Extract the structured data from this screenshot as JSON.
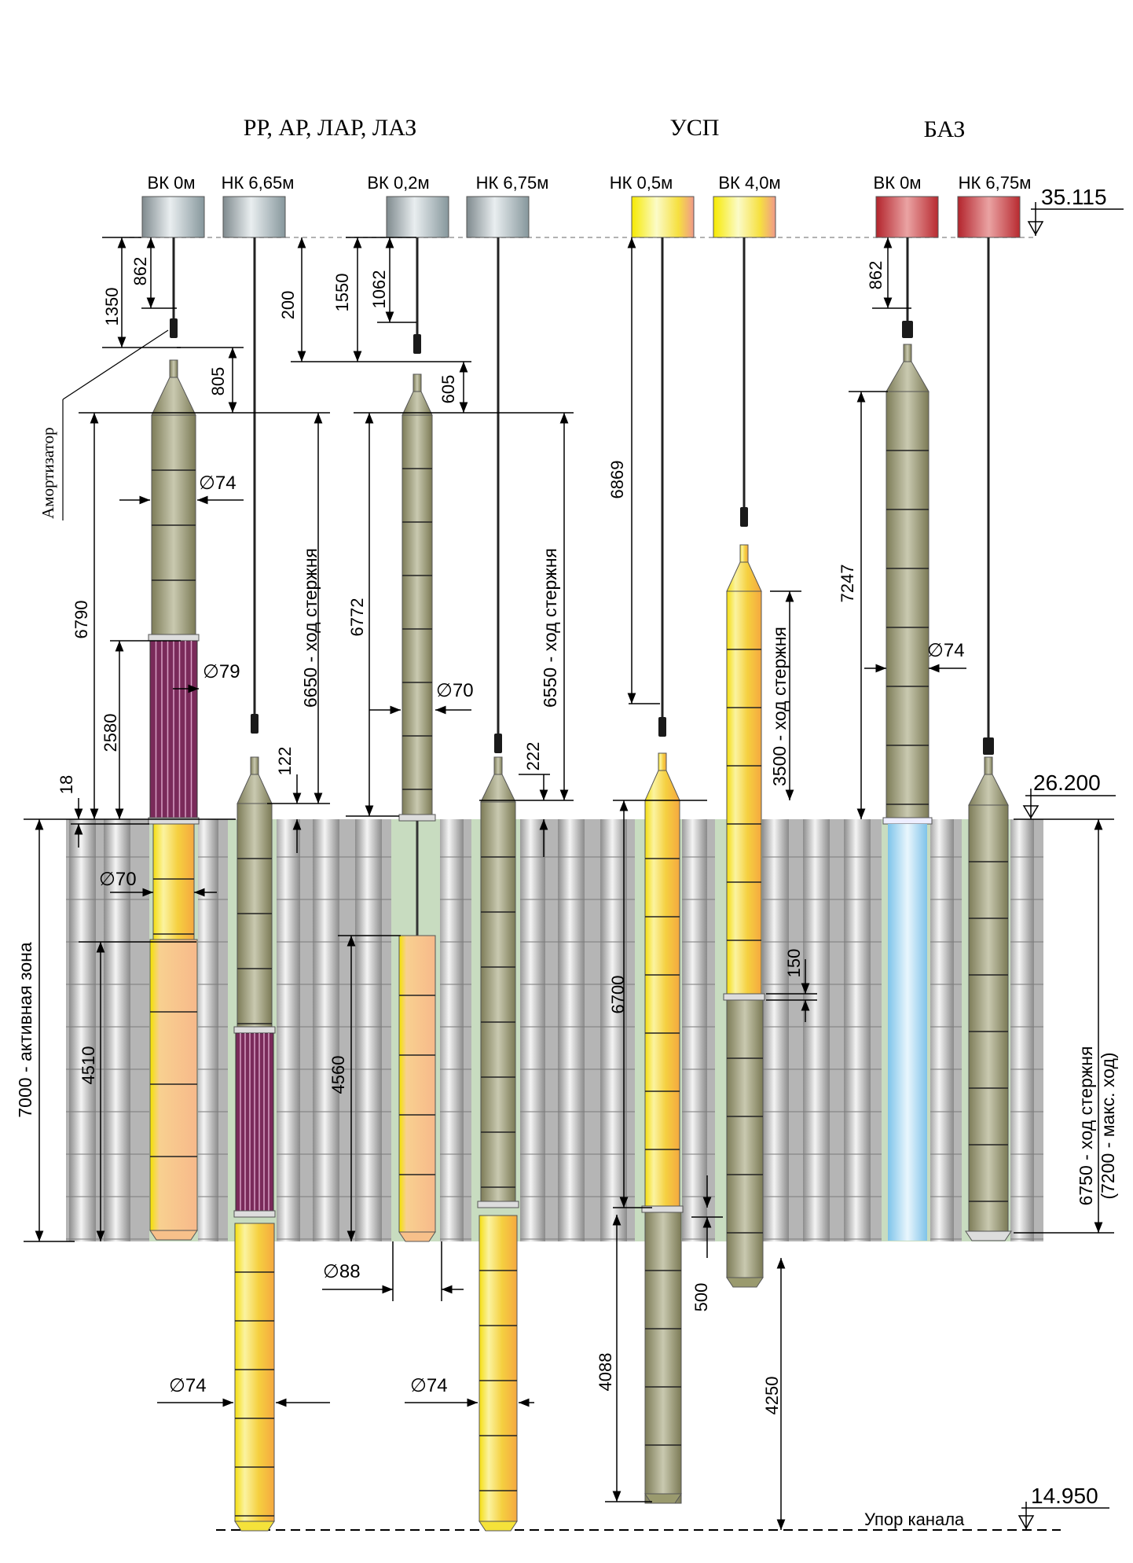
{
  "groups": {
    "rr": "РР, АР, ЛАР, ЛАЗ",
    "usp": "УСП",
    "baz": "БАЗ"
  },
  "positions": {
    "vk0_a": "ВК 0м",
    "nk665": "НК 6,65м",
    "vk02": "ВК 0,2м",
    "nk675_a": "НК 6,75м",
    "nk05": "НК 0,5м",
    "vk40": "ВК 4,0м",
    "vk0_b": "ВК 0м",
    "nk675_b": "НК 6,75м"
  },
  "levels": {
    "top": "35.115",
    "core_top": "26.200",
    "bottom": "14.950",
    "stop_label": "Упор канала"
  },
  "labels": {
    "amort": "Амортизатор",
    "active_zone": "7000 - активная зона",
    "stroke_6650": "6650 - ход стержня",
    "stroke_6550": "6550 - ход стержня",
    "stroke_3500": "3500 - ход стержня",
    "stroke_6750": "6750 - ход стержня",
    "stroke_6750_max": "(7200 - макс. ход)"
  },
  "dims": {
    "d1350": "1350",
    "d862a": "862",
    "d805": "805",
    "d200": "200",
    "d1550": "1550",
    "d1062": "1062",
    "d605": "605",
    "d6790": "6790",
    "d2580": "2580",
    "d18": "18",
    "d4510": "4510",
    "d122": "122",
    "d6772": "6772",
    "d4560": "4560",
    "d222": "222",
    "d6869": "6869",
    "d6700": "6700",
    "d4088": "4088",
    "d500": "500",
    "d150": "150",
    "d4250": "4250",
    "d862b": "862",
    "d7247": "7247",
    "dia74a": "∅74",
    "dia79": "∅79",
    "dia70a": "∅70",
    "dia70b": "∅70",
    "dia88": "∅88",
    "dia74b": "∅74",
    "dia74c": "∅74",
    "dia74d": "∅74"
  },
  "colors": {
    "grey_head": "#a9b4b8",
    "yellow_head": "#f7ef3a",
    "red_head": "#c8424a",
    "rod_body": "#9a9a6e",
    "absorber_orange": "#f7c08a",
    "yellow_rod": "#f5e23a",
    "purple_fuel": "#7a2a5a",
    "blue_water": "#a8d8f0",
    "core_grey": "#b3b3b3",
    "channel_green": "#c8dcc0"
  }
}
